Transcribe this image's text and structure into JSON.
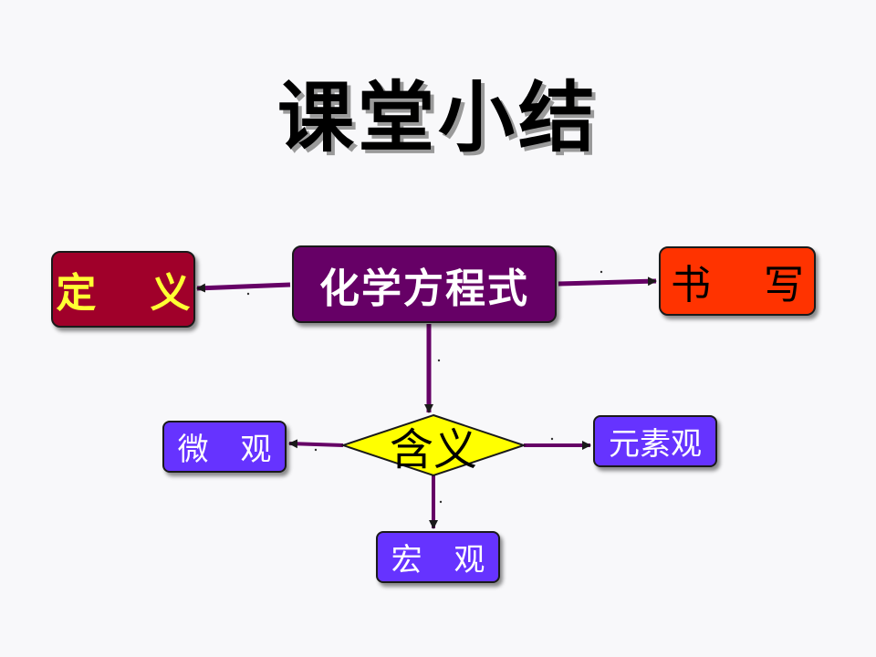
{
  "title": "课堂小结",
  "nodes": {
    "center": "化学方程式",
    "definition": "定 义",
    "writing": "书 写",
    "meaning": "含义",
    "microscopic": "微 观",
    "element_view": "元素观",
    "macroscopic": "宏 观"
  },
  "colors": {
    "center_fill": "#660066",
    "definition_fill": "#a0002a",
    "definition_text": "#ffff33",
    "writing_fill": "#ff3300",
    "meaning_fill": "#ffff00",
    "sub_fill": "#6633ff",
    "arrow": "#660066"
  }
}
